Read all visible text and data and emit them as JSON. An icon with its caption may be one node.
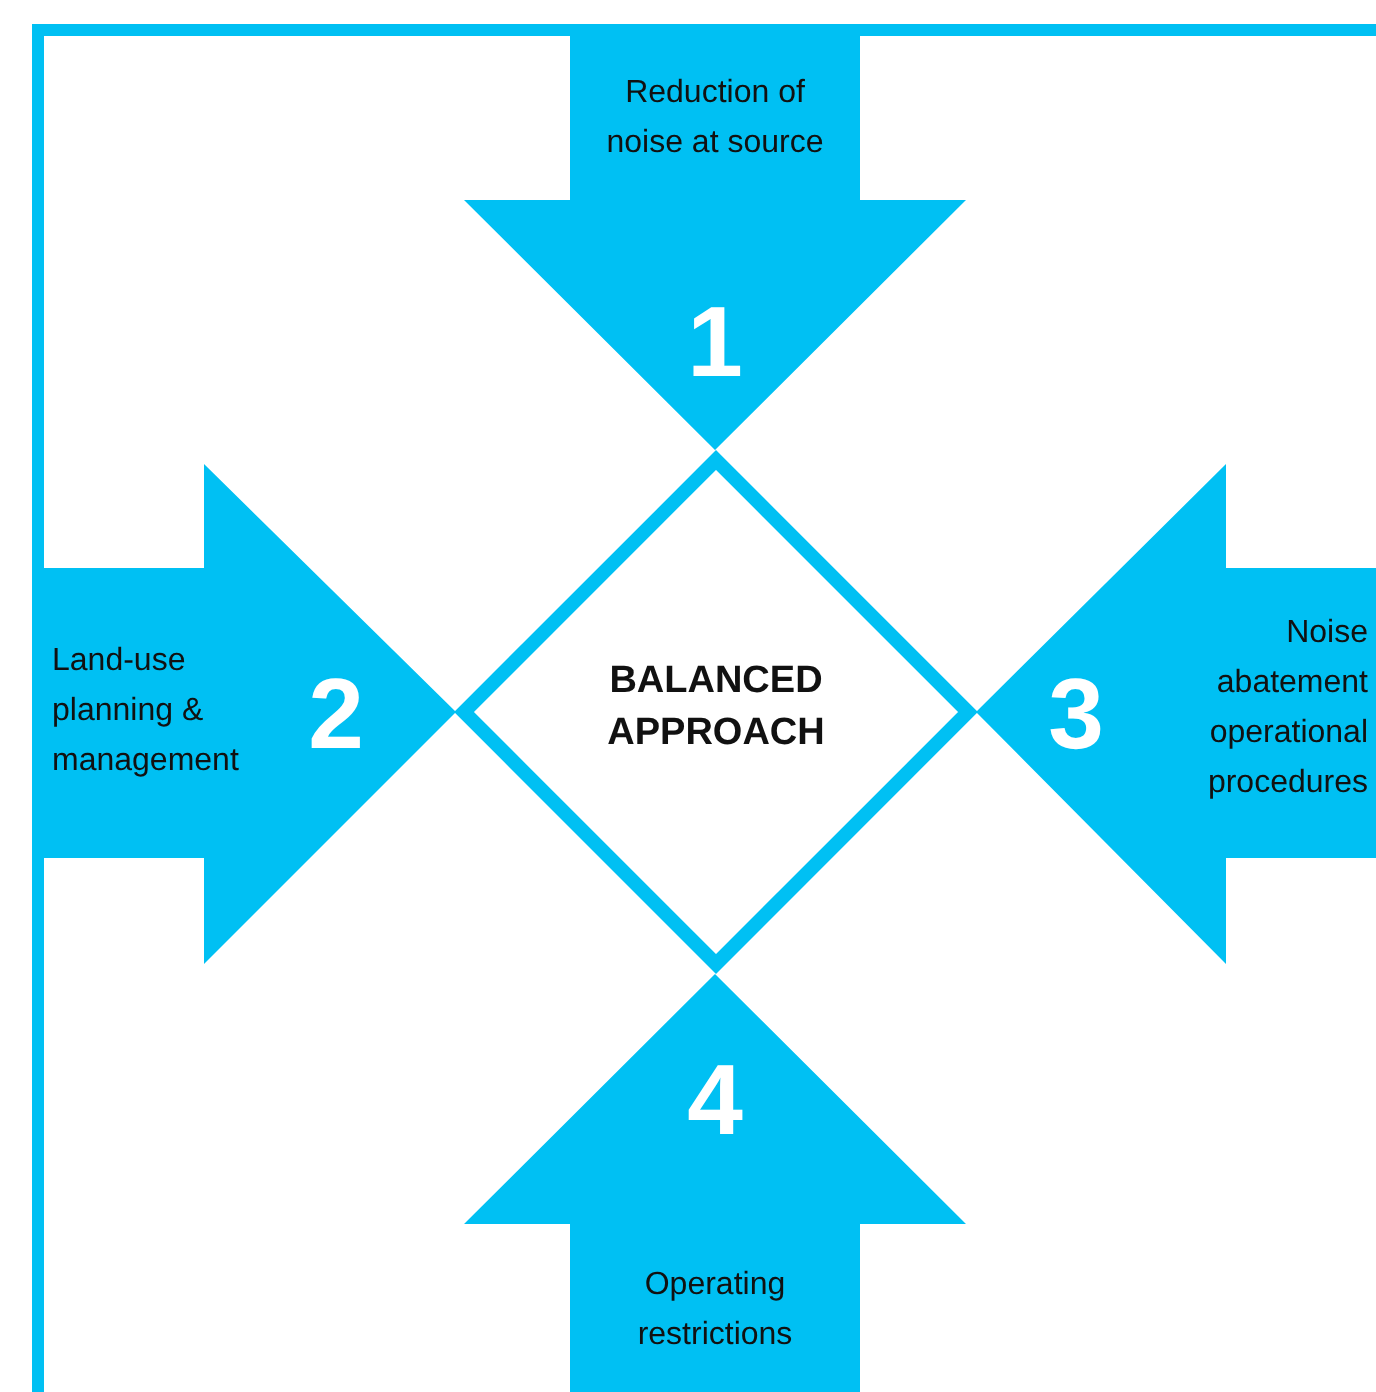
{
  "diagram": {
    "nodes": [
      {
        "text": [
          "BALANCED APPROACH"
        ]
      },
      {
        "text": [
          "Reduction of noise at source",
          "1"
        ]
      },
      {
        "text": [
          "Land-use planning & management",
          "2"
        ]
      },
      {
        "text": [
          "3",
          "Noise abatement operational procedures"
        ]
      },
      {
        "text": [
          "4",
          "Operating restrictions"
        ]
      }
    ]
  }
}
